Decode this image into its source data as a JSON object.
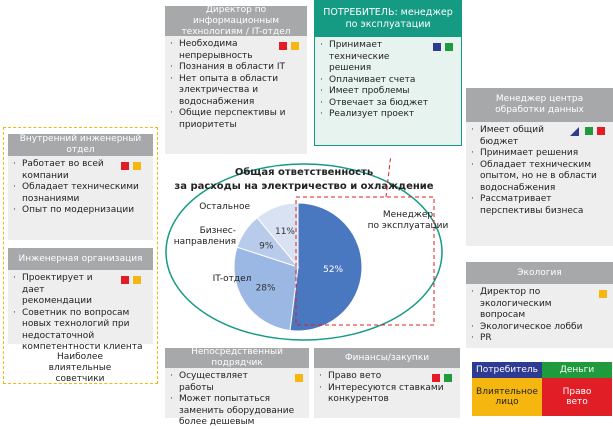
{
  "colors": {
    "red": "#e11d26",
    "yellow": "#f5b70f",
    "blue": "#2e3b93",
    "green": "#1f9a3c",
    "teal": "#159a84",
    "gray": "#a7a8aa"
  },
  "director": {
    "title": "Директор по информационным технологиям / IT-отдел",
    "items": [
      "Необходима непрерывность",
      "Познания в области IT",
      "Нет опыта в области электричества и водоснабжения",
      "Общие перспективы и приоритеты"
    ]
  },
  "consumer": {
    "title": "ПОТРЕБИТЕЛЬ: менеджер по эксплуатации",
    "items": [
      "Принимает технические решения",
      "Оплачивает счета",
      "Имеет проблемы",
      "Отвечает за бюджет",
      "Реализует проект"
    ]
  },
  "datacenter": {
    "title": "Менеджер центра обработки данных",
    "items": [
      "Имеет общий бюджет",
      "Принимает решения",
      "Обладает техническим опытом, но не в области водоснабжения",
      "Рассматривает перспективы бизнеса"
    ]
  },
  "internal": {
    "title": "Внутренний инженерный отдел",
    "items": [
      "Работает во всей компании",
      "Обладает техническими познаниями",
      "Опыт по модернизации"
    ]
  },
  "engineering": {
    "title": "Инженерная организация",
    "items": [
      "Проектирует и дает рекомендации",
      "Советник по вопросам новых технологий при недостаточной компетентности клиента"
    ],
    "footer": "Наиболее влиятельные советчики"
  },
  "ecology": {
    "title": "Экология",
    "items": [
      "Директор по экологическим вопросам",
      "Экологическое лобби",
      "PR"
    ]
  },
  "contractor": {
    "title": "Непосредственный подрядчик",
    "items": [
      "Осуществляет работы",
      "Может попытаться заменить оборудование более дешевым"
    ]
  },
  "finance": {
    "title": "Финансы/закупки",
    "items": [
      "Право вето",
      "Интересуются ставками конкурентов"
    ]
  },
  "legend": {
    "consumer": "Потребитель",
    "money": "Деньги",
    "influencer": "Влиятельное лицо",
    "veto": "Право вето"
  },
  "chart_data": {
    "type": "pie",
    "title": "Общая ответственность за расходы на электричество и охлаждение",
    "slices": [
      {
        "label": "Менеджер по эксплуатации",
        "value": 52,
        "display": "52%",
        "color": "#4a78c0"
      },
      {
        "label": "IT-отдел",
        "value": 28,
        "display": "28%",
        "color": "#9bb7e3"
      },
      {
        "label": "Бизнес-направления",
        "value": 9,
        "display": "9%",
        "color": "#b9cbea"
      },
      {
        "label": "Остальное",
        "value": 11,
        "display": "11%",
        "color": "#d8e2f3"
      }
    ]
  }
}
